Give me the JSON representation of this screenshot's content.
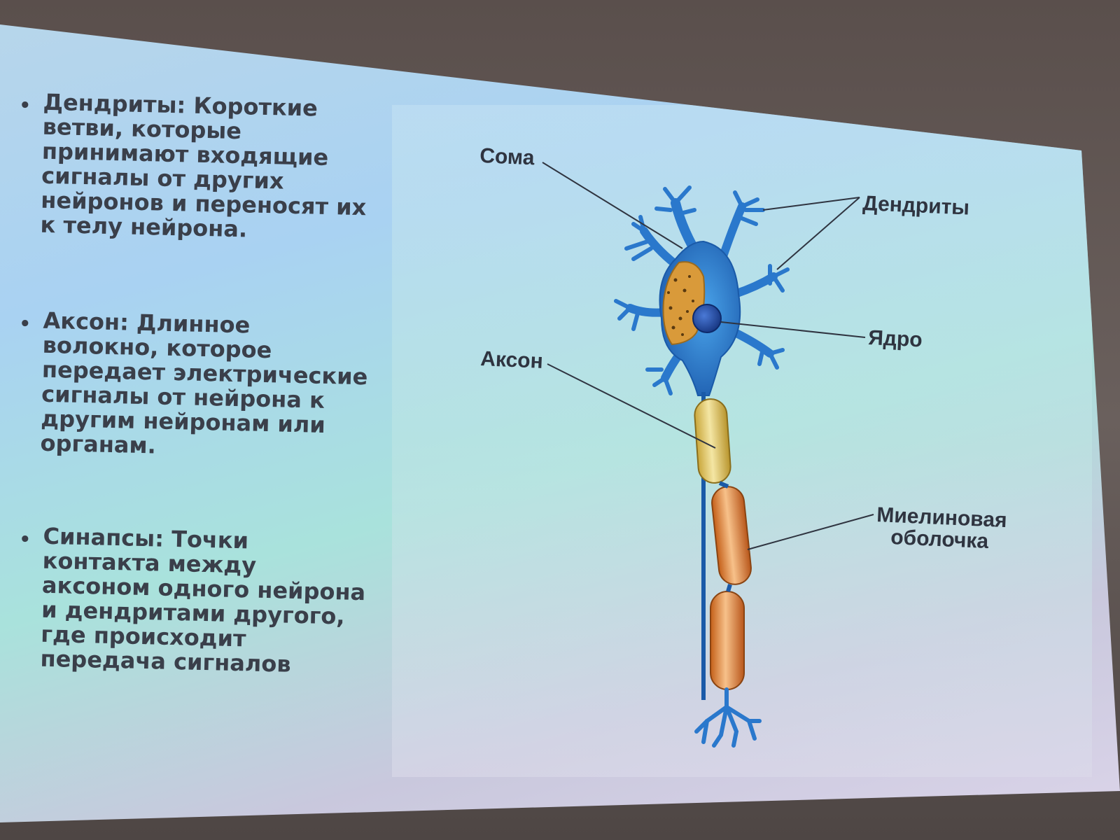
{
  "slide": {
    "bullets": [
      {
        "text": "Дендриты: Короткие ветви, которые принимают входящие сигналы от других нейронов и переносят их к телу нейрона."
      },
      {
        "text": "Аксон: Длинное волокно, которое передает электрические сигналы от нейрона к другим нейронам или органам."
      },
      {
        "text": "Синапсы: Точки контакта между аксоном одного нейрона и дендритами другого, где происходит передача сигналов"
      }
    ]
  },
  "diagram": {
    "labels": {
      "soma": "Сома",
      "dendrites": "Дендриты",
      "nucleus": "Ядро",
      "axon": "Аксон",
      "myelin_line1": "Миелиновая",
      "myelin_line2": "оболочка"
    }
  },
  "colors": {
    "neuron_blue": "#2d7fd0",
    "soma_orange": "#d99a3a",
    "myelin_yellow": "#e2c660",
    "myelin_orange": "#e07e2a",
    "text_dark": "#3a3f4a"
  }
}
